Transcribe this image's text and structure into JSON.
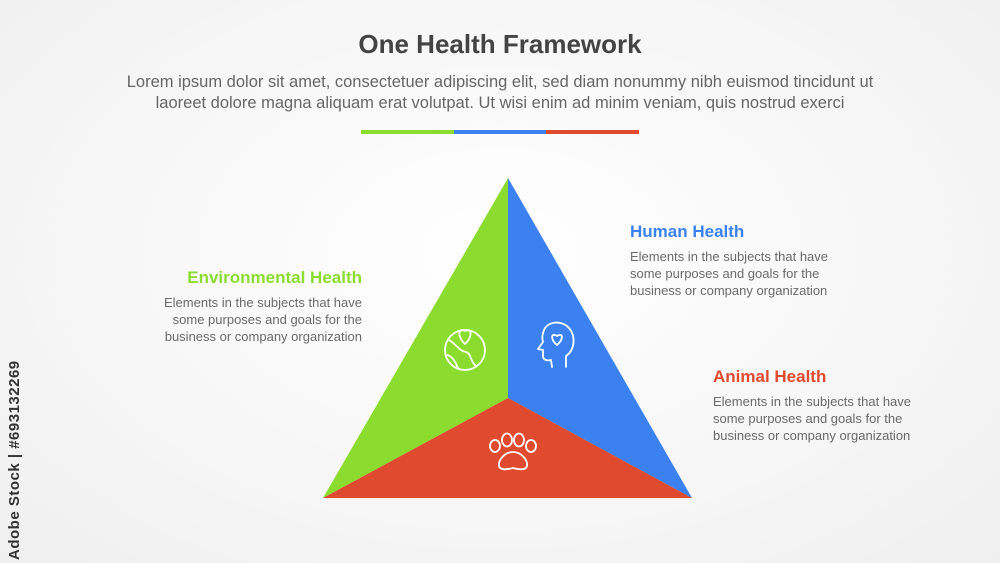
{
  "title": "One Health Framework",
  "subtitle_line1": "Lorem ipsum dolor sit amet, consectetuer adipiscing elit, sed diam nonummy nibh euismod tincidunt ut",
  "subtitle_line2": "laoreet dolore magna aliquam erat volutpat. Ut wisi enim ad minim veniam, quis nostrud exerci",
  "colors": {
    "green": "#8bdc2f",
    "blue": "#3b82f0",
    "red": "#e04a2f"
  },
  "sections": {
    "environmental": {
      "heading": "Environmental Health",
      "desc_line1": "Elements in the subjects that have",
      "desc_line2": "some purposes and goals for the",
      "desc_line3": "business or company organization",
      "icon": "earth-heart-icon"
    },
    "human": {
      "heading": "Human Health",
      "desc_line1": "Elements in the subjects that have",
      "desc_line2": "some purposes and goals for the",
      "desc_line3": "business or company organization",
      "icon": "head-heart-icon"
    },
    "animal": {
      "heading": "Animal Health",
      "desc_line1": "Elements in the subjects that have",
      "desc_line2": "some purposes and goals for the",
      "desc_line3": "business or company organization",
      "icon": "paw-icon"
    }
  },
  "watermark": "Adobe Stock | #693132269"
}
